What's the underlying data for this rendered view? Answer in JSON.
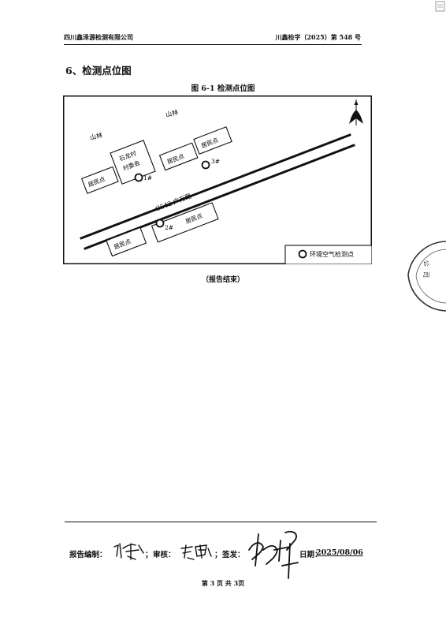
{
  "header": {
    "company": "四川鑫泽源检测有限公司",
    "doc_no": "川鑫检字（2025）第 548 号"
  },
  "section": {
    "title": "6、检测点位图"
  },
  "figure": {
    "caption": "图 6-1  检测点位图",
    "labels": {
      "forest_top": "山林",
      "forest_left": "山林",
      "village_line1": "石龙村",
      "village_line2": "村委会",
      "residential": "居民点",
      "road": "G542 广万路",
      "point1": "1#",
      "point2": "2#",
      "point3": "3#",
      "legend": "环境空气检测点"
    }
  },
  "report_end": "（报告结束）",
  "signatures": {
    "compiler_label": "报告编制：",
    "reviewer_label": "审核：",
    "approver_label": "签发：",
    "date_label": "日期：",
    "date_value": "2025/08/06",
    "separator": "；"
  },
  "page_footer": "第 3 页 共 3页"
}
